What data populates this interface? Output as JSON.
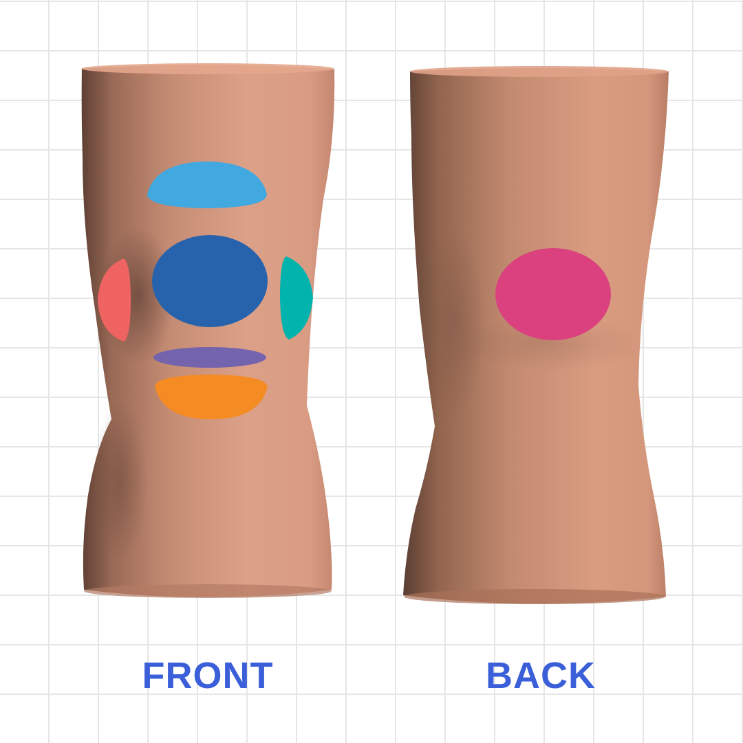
{
  "labels": {
    "front": "FRONT",
    "back": "BACK"
  },
  "colors": {
    "label_text": "#3a5fd8",
    "grid_line": "#e6e6e6",
    "skin_light": "#e3a68c",
    "skin_mid": "#c98b72",
    "skin_dark": "#6e4a3a"
  },
  "markers": [
    {
      "view": "front",
      "name": "top-region-marker",
      "color": "#41a8e0"
    },
    {
      "view": "front",
      "name": "center-region-marker",
      "color": "#2763ad"
    },
    {
      "view": "front",
      "name": "left-region-marker",
      "color": "#f06363"
    },
    {
      "view": "front",
      "name": "right-region-marker",
      "color": "#00b3ad"
    },
    {
      "view": "front",
      "name": "lower-band-marker",
      "color": "#7463ad"
    },
    {
      "view": "front",
      "name": "bottom-region-marker",
      "color": "#f58b23"
    },
    {
      "view": "back",
      "name": "back-region-marker",
      "color": "#da417e"
    }
  ]
}
